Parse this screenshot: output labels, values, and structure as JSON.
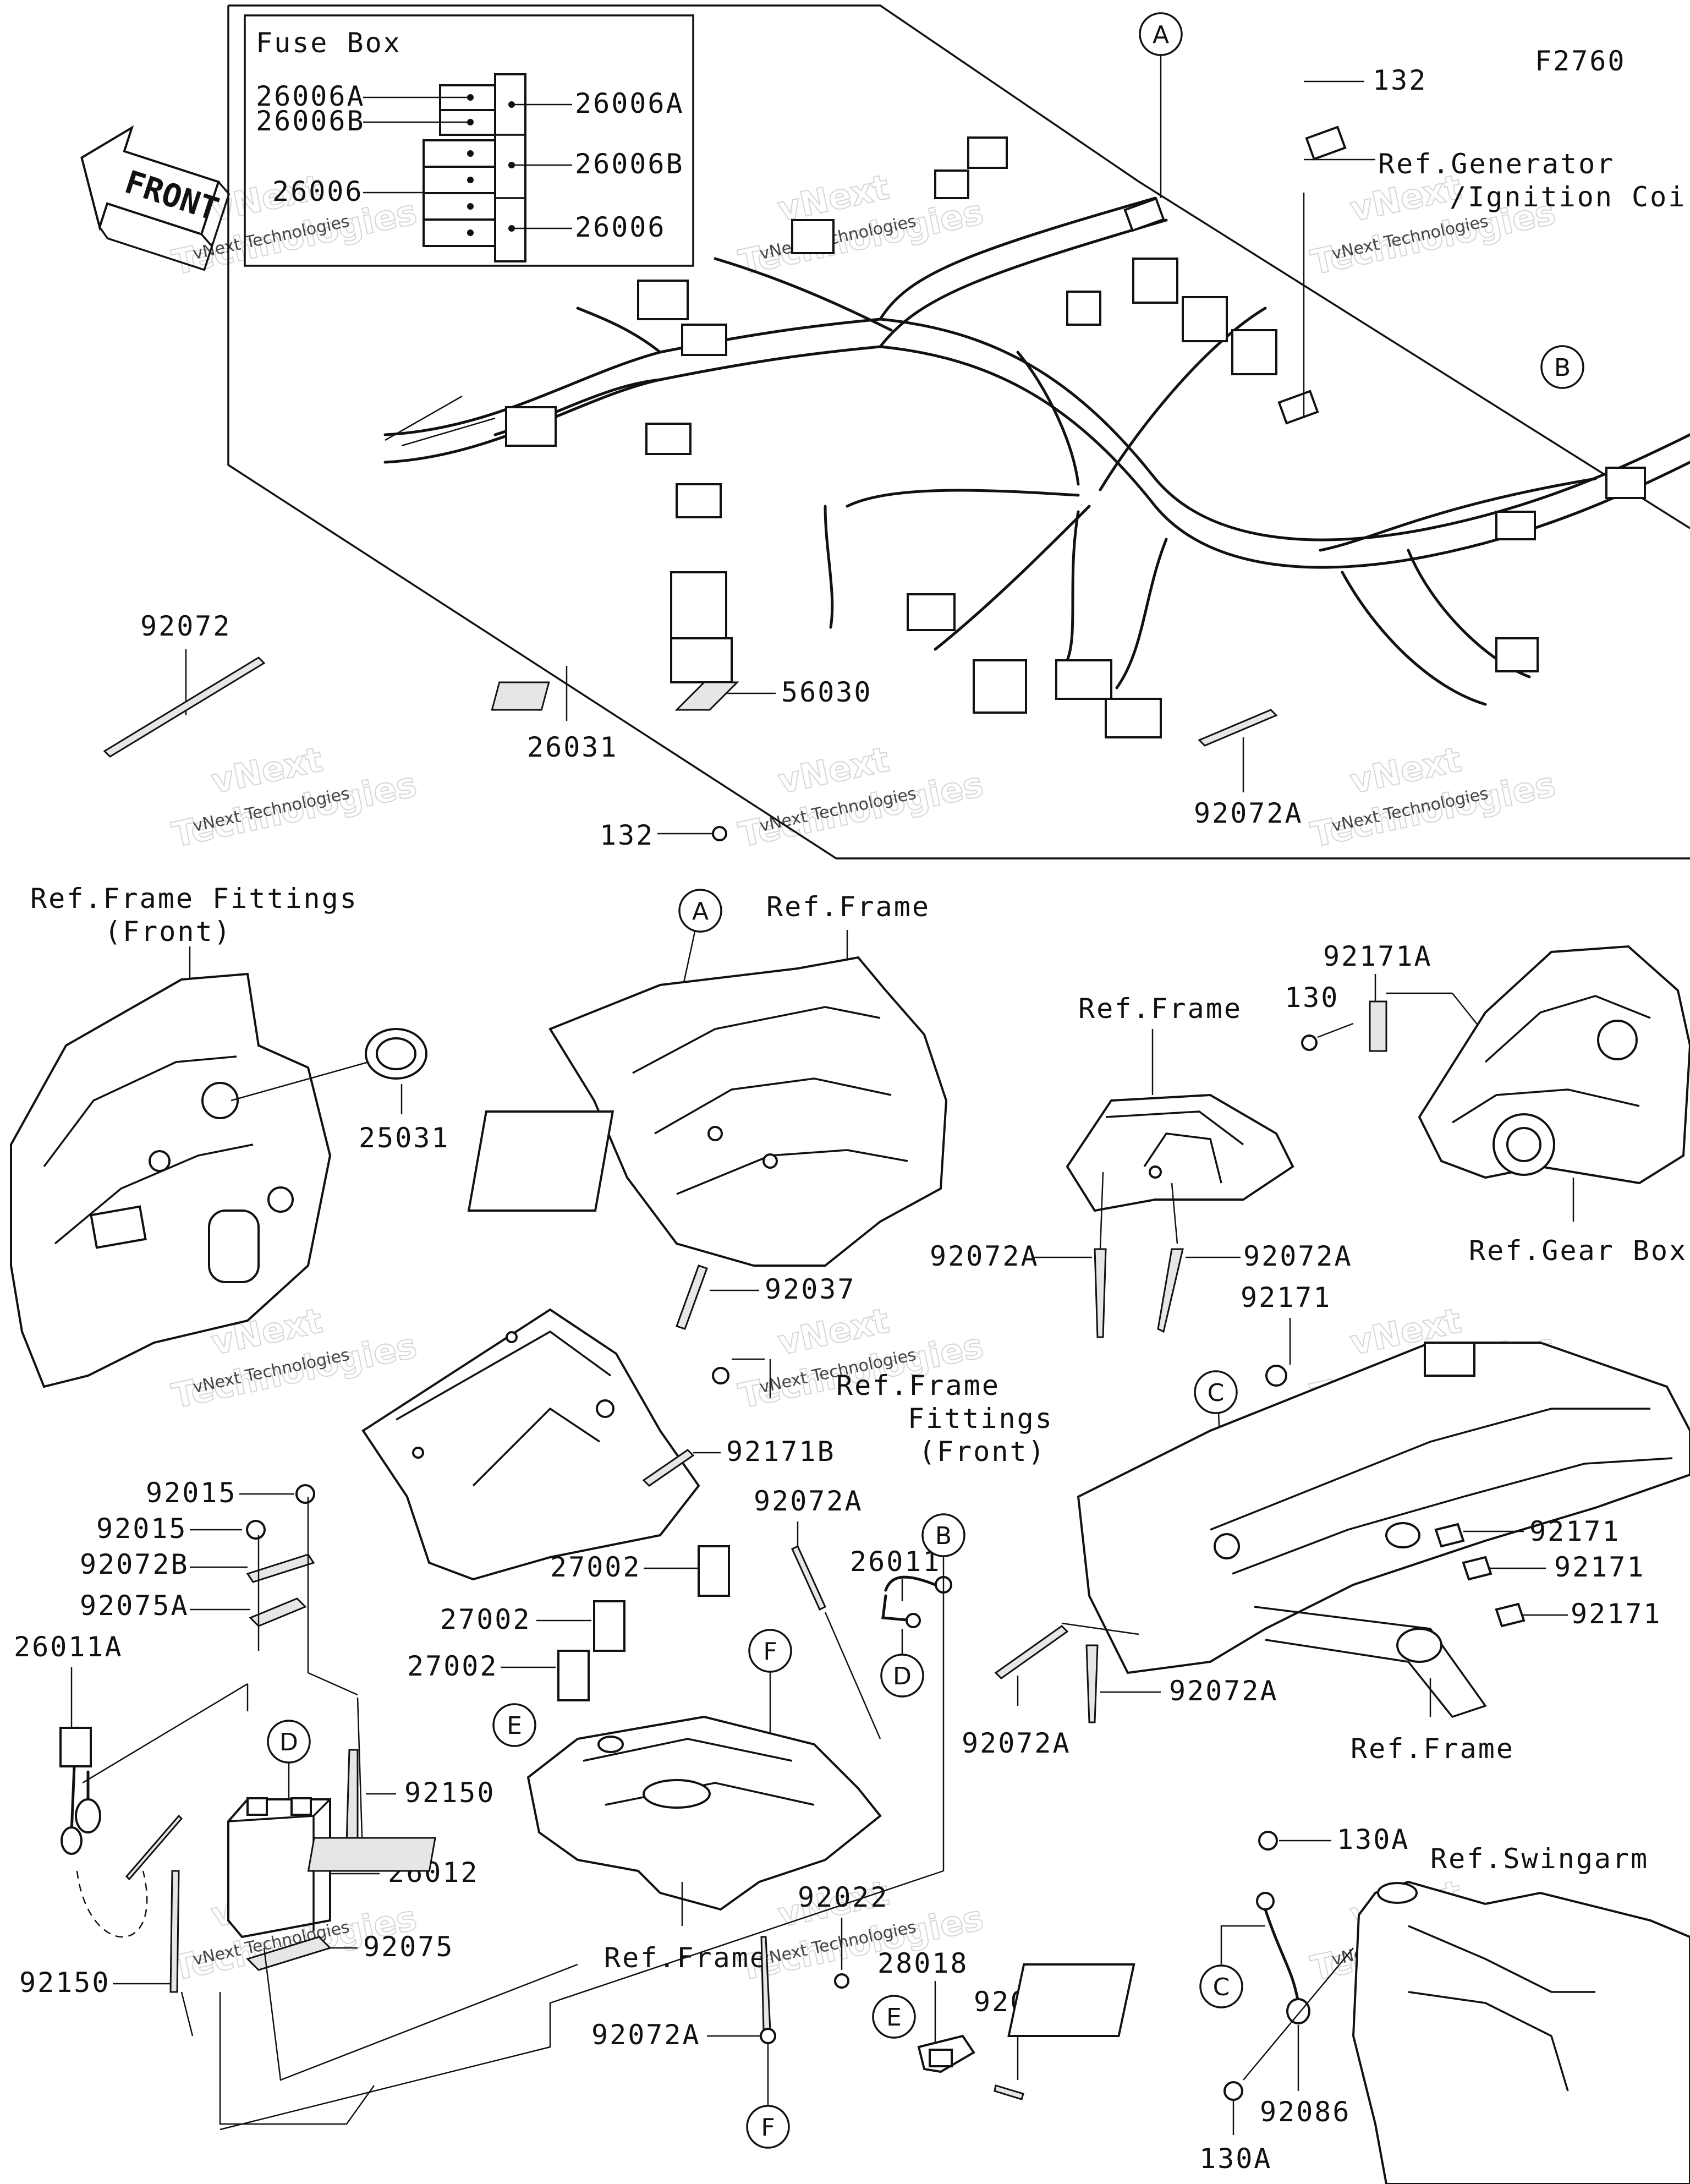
{
  "figure_code": "F2760",
  "front_arrow_label": "FRONT",
  "fuse_box": {
    "title": "Fuse Box",
    "left_labels": [
      "26006A",
      "26006B",
      "26006"
    ],
    "right_labels": [
      "26006A",
      "26006B",
      "26006"
    ]
  },
  "parts": {
    "p132_top": "132",
    "ref_generator_1": "Ref.Generator",
    "ref_generator_2": "/Ignition Coi",
    "p92072": "92072",
    "p26031": "26031",
    "p56030": "56030",
    "p92072A_top": "92072A",
    "p132_mid": "132",
    "ref_frame_fittings_1": "Ref.Frame Fittings",
    "ref_frame_fittings_2": "(Front)",
    "p25031": "25031",
    "ref_frame_mid": "Ref.Frame",
    "p92037": "92037",
    "ref_frame_fittings_b1": "Ref.Frame",
    "ref_frame_fittings_b2": "Fittings",
    "ref_frame_fittings_b3": "(Front)",
    "p92171B": "92171B",
    "p92171A": "92171A",
    "p130": "130",
    "ref_frame_right": "Ref.Frame",
    "ref_gear_box": "Ref.Gear Box",
    "p92072A_r1": "92072A",
    "p92072A_r2": "92072A",
    "p92171_1": "92171",
    "p92171_2": "92171",
    "p92171_3": "92171",
    "p92171_4": "92171",
    "p92072A_r3": "92072A",
    "p92072A_r4": "92072A",
    "ref_frame_lower_right": "Ref.Frame",
    "p92015_1": "92015",
    "p92015_2": "92015",
    "p92072B": "92072B",
    "p92075A": "92075A",
    "p26011A": "26011A",
    "p92150_r": "92150",
    "p26012": "26012",
    "p92075": "92075",
    "p92150_l": "92150",
    "p27002_1": "27002",
    "p27002_2": "27002",
    "p27002_3": "27002",
    "p92072A_c": "92072A",
    "p26011": "26011",
    "ref_frame_bottom": "Ref.Frame",
    "p92022": "92022",
    "p28018": "28018",
    "p92039": "92039",
    "p92072A_b": "92072A",
    "p130A_top": "130A",
    "ref_swingarm": "Ref.Swingarm",
    "p92086": "92086",
    "p130A_bottom": "130A"
  },
  "callouts": {
    "A": "A",
    "B": "B",
    "C": "C",
    "D": "D",
    "E": "E",
    "F": "F"
  },
  "watermark": {
    "brand": "vNext",
    "word": "Technologies",
    "small": "vNext Technologies"
  }
}
